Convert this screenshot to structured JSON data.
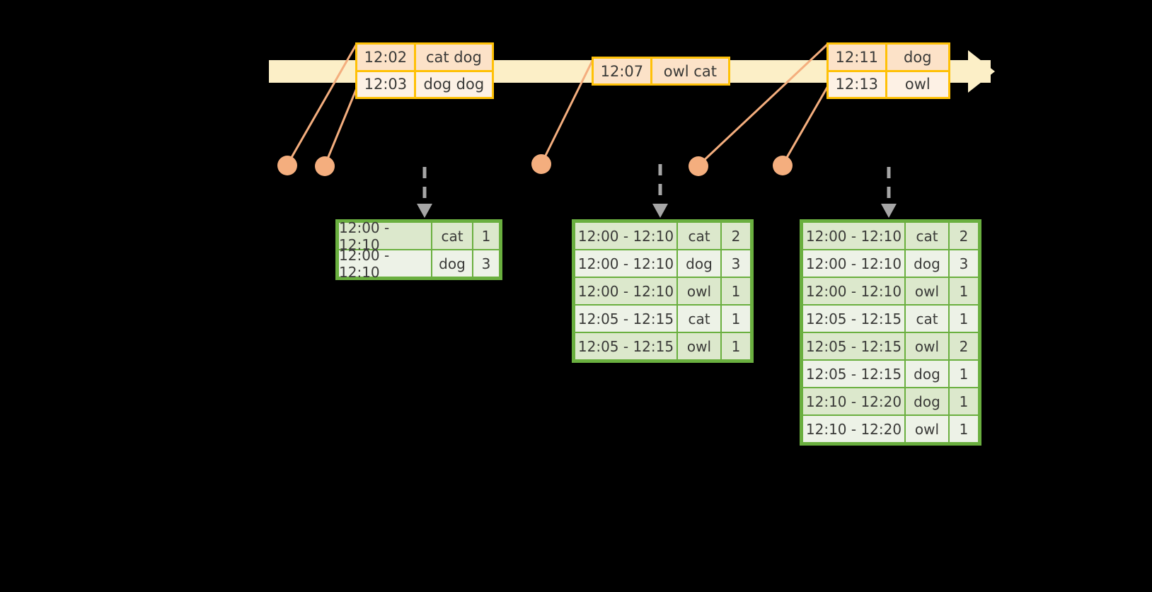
{
  "timeline": {
    "label": "event-stream-timeline",
    "bar_color": "#FCEFC7",
    "border_color": "#FFC107",
    "events": [
      {
        "group": "group-a",
        "rows": [
          {
            "time": "12:02",
            "message": "cat dog"
          },
          {
            "time": "12:03",
            "message": "dog dog"
          }
        ]
      },
      {
        "group": "group-b",
        "rows": [
          {
            "time": "12:07",
            "message": "owl cat"
          }
        ]
      },
      {
        "group": "group-c",
        "rows": [
          {
            "time": "12:11",
            "message": "dog"
          },
          {
            "time": "12:13",
            "message": "owl"
          }
        ]
      }
    ]
  },
  "dots": {
    "color": "#F4AE7E",
    "count": 5
  },
  "tables": [
    {
      "id": "table-1",
      "border_color": "#6AAF3F",
      "rows": [
        {
          "window": "12:00 - 12:10",
          "key": "cat",
          "count": "1"
        },
        {
          "window": "12:00 - 12:10",
          "key": "dog",
          "count": "3"
        }
      ]
    },
    {
      "id": "table-2",
      "border_color": "#6AAF3F",
      "rows": [
        {
          "window": "12:00 - 12:10",
          "key": "cat",
          "count": "2"
        },
        {
          "window": "12:00 - 12:10",
          "key": "dog",
          "count": "3"
        },
        {
          "window": "12:00 - 12:10",
          "key": "owl",
          "count": "1"
        },
        {
          "window": "12:05 - 12:15",
          "key": "cat",
          "count": "1"
        },
        {
          "window": "12:05 - 12:15",
          "key": "owl",
          "count": "1"
        }
      ]
    },
    {
      "id": "table-3",
      "border_color": "#6AAF3F",
      "rows": [
        {
          "window": "12:00 - 12:10",
          "key": "cat",
          "count": "2"
        },
        {
          "window": "12:00 - 12:10",
          "key": "dog",
          "count": "3"
        },
        {
          "window": "12:00 - 12:10",
          "key": "owl",
          "count": "1"
        },
        {
          "window": "12:05 - 12:15",
          "key": "cat",
          "count": "1"
        },
        {
          "window": "12:05 - 12:15",
          "key": "owl",
          "count": "2"
        },
        {
          "window": "12:05 - 12:15",
          "key": "dog",
          "count": "1"
        },
        {
          "window": "12:10 - 12:20",
          "key": "dog",
          "count": "1"
        },
        {
          "window": "12:10 - 12:20",
          "key": "owl",
          "count": "1"
        }
      ]
    }
  ]
}
